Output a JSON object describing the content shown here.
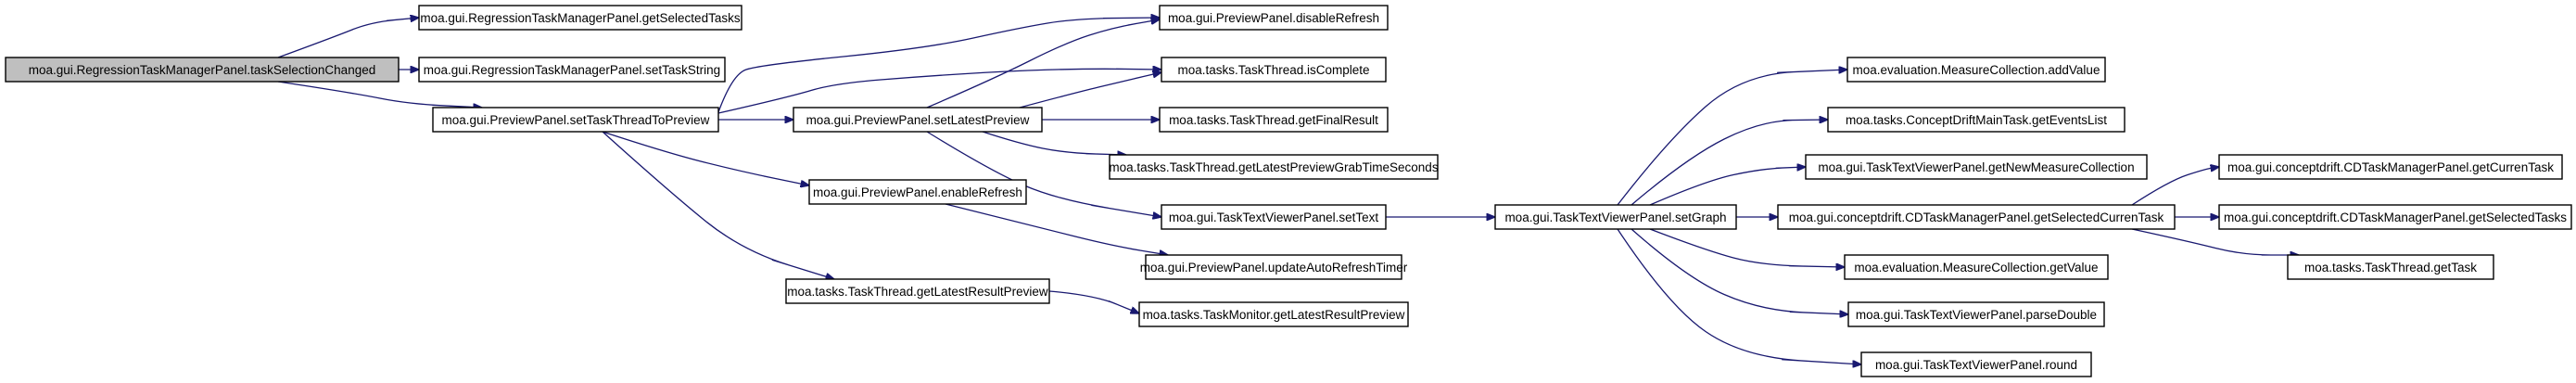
{
  "graph": {
    "nodes": [
      {
        "id": "n0",
        "label": "moa.gui.RegressionTaskManagerPanel.taskSelectionChanged",
        "root": true
      },
      {
        "id": "n1",
        "label": "moa.gui.RegressionTaskManagerPanel.getSelectedTasks"
      },
      {
        "id": "n2",
        "label": "moa.gui.RegressionTaskManagerPanel.setTaskString"
      },
      {
        "id": "n3",
        "label": "moa.gui.PreviewPanel.setTaskThreadToPreview"
      },
      {
        "id": "n4",
        "label": "moa.gui.PreviewPanel.setLatestPreview"
      },
      {
        "id": "n5",
        "label": "moa.gui.PreviewPanel.enableRefresh"
      },
      {
        "id": "n6",
        "label": "moa.tasks.TaskThread.getLatestResultPreview"
      },
      {
        "id": "n7",
        "label": "moa.gui.PreviewPanel.disableRefresh"
      },
      {
        "id": "n8",
        "label": "moa.tasks.TaskThread.isComplete"
      },
      {
        "id": "n9",
        "label": "moa.tasks.TaskThread.getFinalResult"
      },
      {
        "id": "n10",
        "label": "moa.tasks.TaskThread.getLatestPreviewGrabTimeSeconds"
      },
      {
        "id": "n11",
        "label": "moa.gui.TaskTextViewerPanel.setText"
      },
      {
        "id": "n12",
        "label": "moa.gui.PreviewPanel.updateAutoRefreshTimer"
      },
      {
        "id": "n13",
        "label": "moa.tasks.TaskMonitor.getLatestResultPreview"
      },
      {
        "id": "n14",
        "label": "moa.gui.TaskTextViewerPanel.setGraph"
      },
      {
        "id": "n15",
        "label": "moa.evaluation.MeasureCollection.addValue"
      },
      {
        "id": "n16",
        "label": "moa.tasks.ConceptDriftMainTask.getEventsList"
      },
      {
        "id": "n17",
        "label": "moa.gui.TaskTextViewerPanel.getNewMeasureCollection"
      },
      {
        "id": "n18",
        "label": "moa.gui.conceptdrift.CDTaskManagerPanel.getSelectedCurrenTask"
      },
      {
        "id": "n19",
        "label": "moa.evaluation.MeasureCollection.getValue"
      },
      {
        "id": "n20",
        "label": "moa.gui.TaskTextViewerPanel.parseDouble"
      },
      {
        "id": "n21",
        "label": "moa.gui.TaskTextViewerPanel.round"
      },
      {
        "id": "n22",
        "label": "moa.gui.conceptdrift.CDTaskManagerPanel.getCurrenTask"
      },
      {
        "id": "n23",
        "label": "moa.gui.conceptdrift.CDTaskManagerPanel.getSelectedTasks"
      },
      {
        "id": "n24",
        "label": "moa.tasks.TaskThread.getTask"
      }
    ],
    "edges": [
      {
        "from": "n0",
        "to": "n1"
      },
      {
        "from": "n0",
        "to": "n2"
      },
      {
        "from": "n0",
        "to": "n3"
      },
      {
        "from": "n3",
        "to": "n7"
      },
      {
        "from": "n3",
        "to": "n8"
      },
      {
        "from": "n3",
        "to": "n4"
      },
      {
        "from": "n3",
        "to": "n5"
      },
      {
        "from": "n3",
        "to": "n6"
      },
      {
        "from": "n4",
        "to": "n7"
      },
      {
        "from": "n4",
        "to": "n8"
      },
      {
        "from": "n4",
        "to": "n9"
      },
      {
        "from": "n4",
        "to": "n10"
      },
      {
        "from": "n4",
        "to": "n11"
      },
      {
        "from": "n5",
        "to": "n12"
      },
      {
        "from": "n6",
        "to": "n13"
      },
      {
        "from": "n11",
        "to": "n14"
      },
      {
        "from": "n14",
        "to": "n15"
      },
      {
        "from": "n14",
        "to": "n16"
      },
      {
        "from": "n14",
        "to": "n17"
      },
      {
        "from": "n14",
        "to": "n18"
      },
      {
        "from": "n14",
        "to": "n19"
      },
      {
        "from": "n14",
        "to": "n20"
      },
      {
        "from": "n14",
        "to": "n21"
      },
      {
        "from": "n18",
        "to": "n22"
      },
      {
        "from": "n18",
        "to": "n23"
      },
      {
        "from": "n18",
        "to": "n24"
      }
    ]
  },
  "colors": {
    "edge": "#191970",
    "node_border": "#000000",
    "node_fill": "#ffffff",
    "root_fill": "#bfbfbf",
    "background": "#ffffff"
  }
}
